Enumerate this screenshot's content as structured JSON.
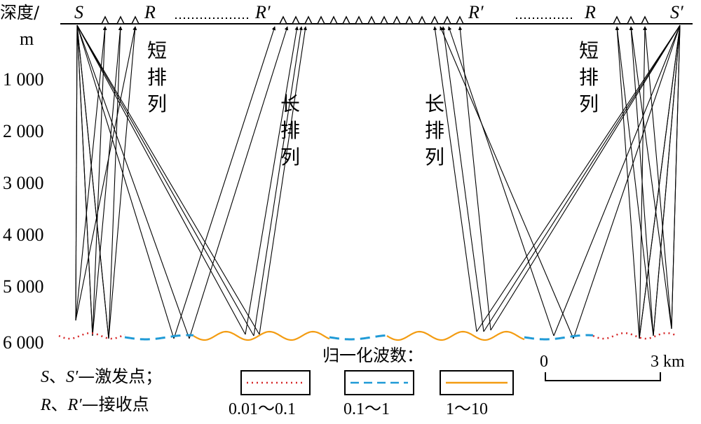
{
  "axis": {
    "label_line1": "深度/",
    "label_line2": "m",
    "ticks": [
      "1 000",
      "2 000",
      "3 000",
      "4 000",
      "5 000",
      "6 000"
    ]
  },
  "top_labels": {
    "S_left": "S",
    "R_left": "R",
    "Rp_left": "R′",
    "Rp_right": "R′",
    "R_right": "R",
    "Sp_right": "S′"
  },
  "region_labels": {
    "short_left": [
      "短",
      "排",
      "列"
    ],
    "long_left": [
      "长",
      "排",
      "列"
    ],
    "long_right": [
      "长",
      "排",
      "列"
    ],
    "short_right": [
      "短",
      "排",
      "列"
    ]
  },
  "definitions": {
    "S_def_a": "S",
    "S_def_sep": "、",
    "S_def_b": "S′",
    "S_def_text": "—激发点；",
    "R_def_a": "R",
    "R_def_sep": "、",
    "R_def_b": "R′",
    "R_def_text": "—接收点"
  },
  "legend": {
    "title": "归一化波数：",
    "items": [
      {
        "label": "0.01～0.1",
        "color": "#d62728",
        "style": "dotted"
      },
      {
        "label": "0.1～1",
        "color": "#1f9ad6",
        "style": "dashed"
      },
      {
        "label": "1～10",
        "color": "#f39c12",
        "style": "solid"
      }
    ]
  },
  "scale_bar": {
    "start_label": "0",
    "end_label": "3 km"
  },
  "colors": {
    "ray": "#000000",
    "low_wavenumber": "#d62728",
    "mid_wavenumber": "#1f9ad6",
    "high_wavenumber": "#f39c12"
  }
}
